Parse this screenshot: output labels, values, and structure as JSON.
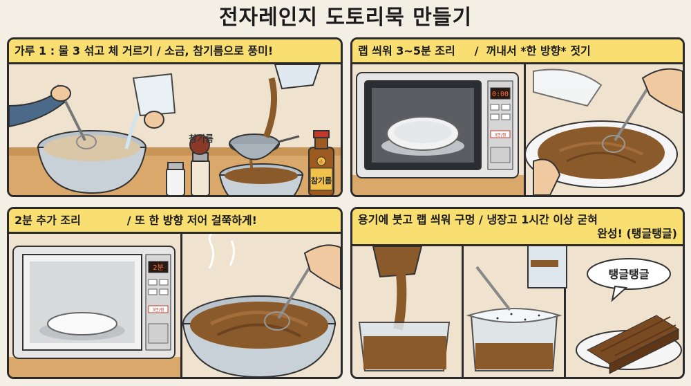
{
  "title": "전자레인지 도토리묵 만들기",
  "steps": [
    {
      "caption_a": "가루 1 : 물 3 섞고 체 거르기 / 소금, 참기름으로 풍미!",
      "labels": {
        "oil_tag": "참기름",
        "bottle_label": "참기름",
        "bottle_logo": "소"
      }
    },
    {
      "caption_a": "랩 씌워 3~5분 조리",
      "caption_b": "/  꺼내서 *한 방향* 젓기",
      "microwave": {
        "display": "0:00",
        "btn": "3분/찜"
      }
    },
    {
      "caption_a": "2분 추가 조리",
      "caption_b": "/ 또 한 방향 저어 걸쭉하게!",
      "microwave": {
        "display": "2분",
        "btn": "3분/찜"
      }
    },
    {
      "caption_line1": "용기에 붓고 랩 씌워 구멍 / 냉장고 1시간 이상 굳혀",
      "caption_line2": "완성! (탱글탱글)",
      "bubble": "탱글탱글"
    }
  ],
  "colors": {
    "caption_bg": "#f9df72",
    "border": "#2a2a2a",
    "batter": "#8b5a2b",
    "counter": "#d9a86a",
    "wall": "#efe3cf"
  }
}
